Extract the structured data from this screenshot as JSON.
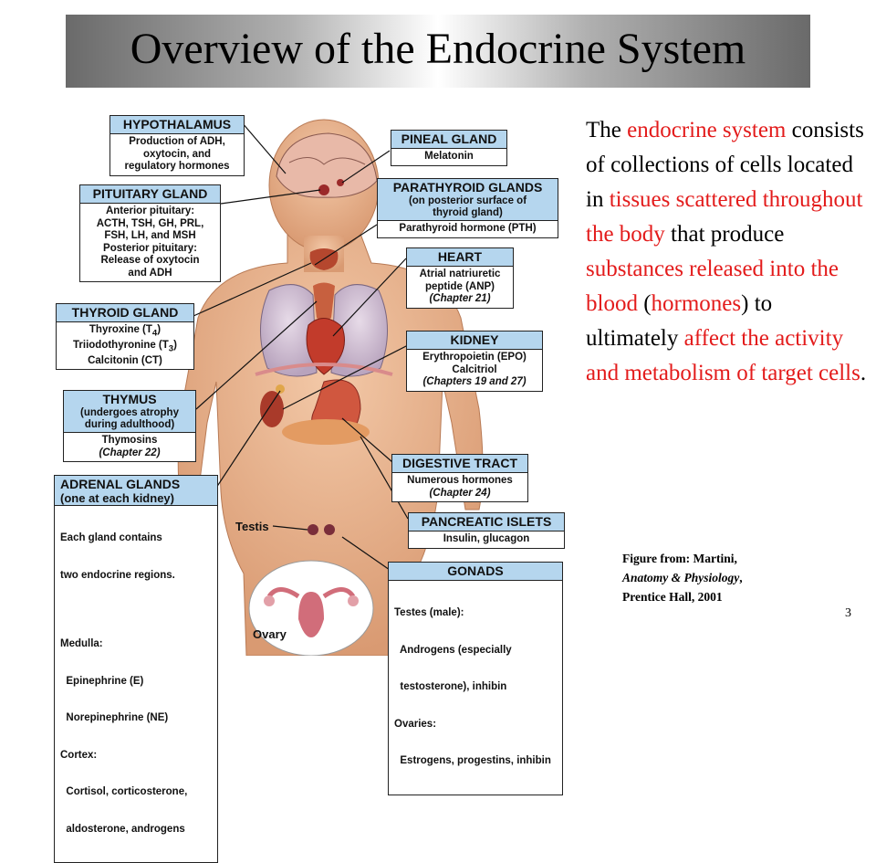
{
  "title": "Overview of the Endocrine System",
  "description": {
    "p1": "The ",
    "p2": "endocrine system",
    "p3": " consists of collections of cells located in ",
    "p4": "tissues scattered throughout the body",
    "p5": " that produce ",
    "p6": "substances released into the blood",
    "p7": " (",
    "p8": "hormones",
    "p9": ") to ultimately ",
    "p10": "affect the activity and metabolism of target cells",
    "p11": "."
  },
  "credit": {
    "line1": "Figure from: Martini,",
    "line2": "Anatomy & Physiology",
    "line2_suffix": ",",
    "line3": "Prentice Hall, 2001"
  },
  "page_number": "3",
  "colors": {
    "label_header": "#b5d6ee",
    "highlight": "#e31b1b"
  },
  "labels": {
    "hypothalamus": {
      "title": "HYPOTHALAMUS",
      "lines": [
        "Production of ADH,",
        "oxytocin, and",
        "regulatory hormones"
      ]
    },
    "pituitary": {
      "title": "PITUITARY GLAND",
      "lines": [
        "Anterior pituitary:",
        "ACTH, TSH, GH, PRL,",
        "FSH, LH, and MSH",
        "Posterior pituitary:",
        "Release of oxytocin",
        "and ADH"
      ]
    },
    "thyroid": {
      "title": "THYROID GLAND",
      "line1": "Thyroxine (T",
      "sub1": "4",
      "line1b": ")",
      "line2": "Triiodothyronine (T",
      "sub2": "3",
      "line2b": ")",
      "line3": "Calcitonin (CT)"
    },
    "thymus": {
      "title": "THYMUS",
      "subtitle1": "(undergoes atrophy",
      "subtitle2": "during adulthood)",
      "lines": [
        "Thymosins",
        "(Chapter 22)"
      ]
    },
    "adrenal": {
      "title": "ADRENAL GLANDS",
      "subtitle": "(one at each kidney)",
      "lines": [
        "Each gland contains",
        "two endocrine regions.",
        "",
        "Medulla:",
        "  Epinephrine (E)",
        "  Norepinephrine (NE)",
        "Cortex:",
        "  Cortisol, corticosterone,",
        "  aldosterone, androgens"
      ]
    },
    "pineal": {
      "title": "PINEAL GLAND",
      "lines": [
        "Melatonin"
      ]
    },
    "parathyroid": {
      "title": "PARATHYROID GLANDS",
      "subtitle1": "(on posterior surface of",
      "subtitle2": "thyroid gland)",
      "lines": [
        "Parathyroid hormone (PTH)"
      ]
    },
    "heart": {
      "title": "HEART",
      "lines": [
        "Atrial natriuretic",
        "peptide (ANP)",
        "(Chapter 21)"
      ]
    },
    "kidney": {
      "title": "KIDNEY",
      "lines": [
        "Erythropoietin (EPO)",
        "Calcitriol",
        "(Chapters 19 and 27)"
      ]
    },
    "digestive": {
      "title": "DIGESTIVE TRACT",
      "lines": [
        "Numerous hormones",
        "(Chapter 24)"
      ]
    },
    "pancreatic": {
      "title": "PANCREATIC ISLETS",
      "lines": [
        "Insulin, glucagon"
      ]
    },
    "gonads": {
      "title": "GONADS",
      "lines": [
        "Testes (male):",
        "  Androgens (especially",
        "  testosterone), inhibin",
        "Ovaries:",
        "  Estrogens, progestins, inhibin"
      ]
    },
    "testis": "Testis",
    "ovary": "Ovary"
  }
}
